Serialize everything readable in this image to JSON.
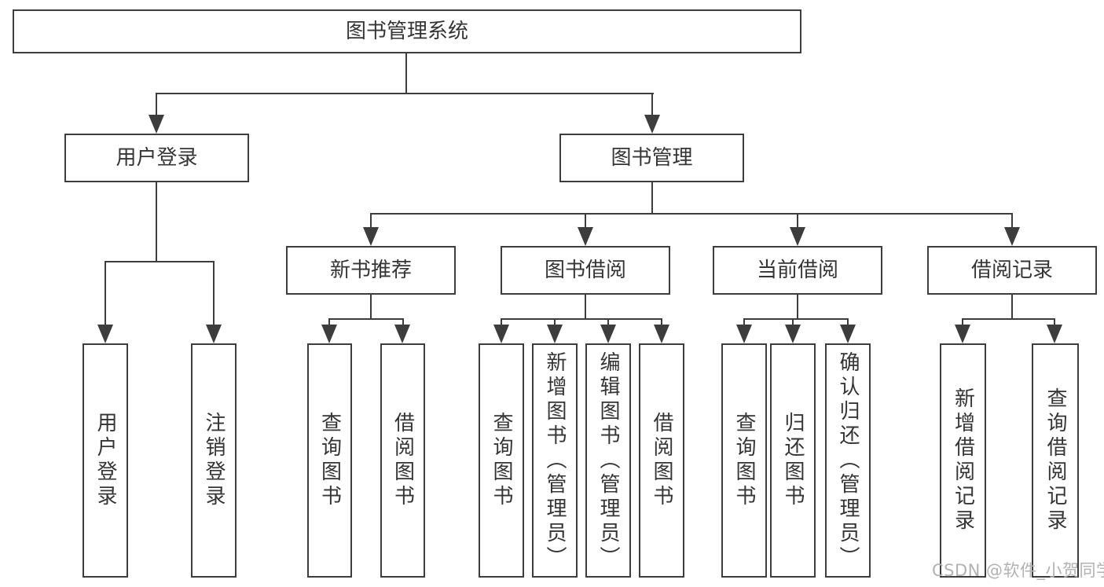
{
  "diagram_title": "图书管理系统",
  "nodes": {
    "root": "图书管理系统",
    "user_login": "用户登录",
    "book_management": "图书管理",
    "new_book_recommend": "新书推荐",
    "book_borrow": "图书借阅",
    "current_borrow": "当前借阅",
    "borrow_records": "借阅记录",
    "leaf_user_login": "用户登录",
    "leaf_logout": "注销登录",
    "leaf_nb_query_books": "查询图书",
    "leaf_nb_borrow_books": "借阅图书",
    "leaf_bb_query_books": "查询图书",
    "leaf_bb_add_books": "新增图书（管理员）",
    "leaf_bb_edit_books": "编辑图书（管理员）",
    "leaf_bb_borrow_books": "借阅图书",
    "leaf_cb_query_books": "查询图书",
    "leaf_cb_return_books": "归还图书",
    "leaf_cb_confirm_return": "确认归还（管理员）",
    "leaf_br_add_record": "新增借阅记录",
    "leaf_br_query_record": "查询借阅记录"
  },
  "hierarchy": {
    "图书管理系统": {
      "用户登录": [
        "用户登录",
        "注销登录"
      ],
      "图书管理": {
        "新书推荐": [
          "查询图书",
          "借阅图书"
        ],
        "图书借阅": [
          "查询图书",
          "新增图书（管理员）",
          "编辑图书（管理员）",
          "借阅图书"
        ],
        "当前借阅": [
          "查询图书",
          "归还图书",
          "确认归还（管理员）"
        ],
        "借阅记录": [
          "新增借阅记录",
          "查询借阅记录"
        ]
      }
    }
  },
  "watermark": {
    "text": "CSDN @软件_小贺同学"
  },
  "colors": {
    "line": "#3d3d3d",
    "text": "#353535",
    "bg": "#ffffff",
    "box_bg": "#ffffff",
    "watermark": "#b2b2b2"
  }
}
